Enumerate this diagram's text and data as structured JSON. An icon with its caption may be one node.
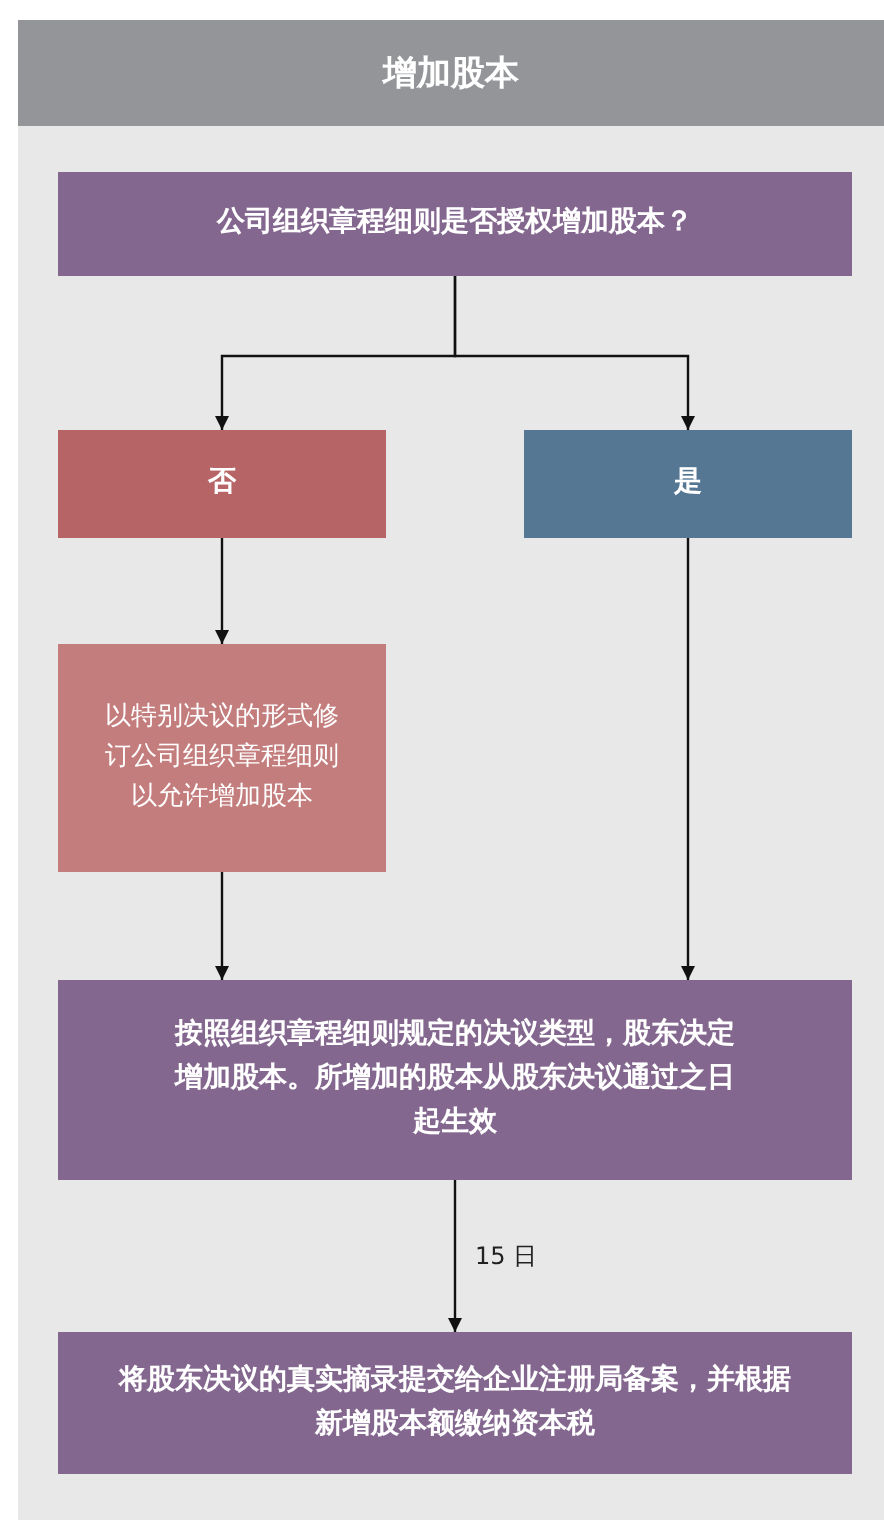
{
  "diagram": {
    "title": "增加股本",
    "nodes": [
      {
        "text": [
          "公司组织章程细则是否授权增加股本？"
        ]
      },
      {
        "text": [
          "否"
        ]
      },
      {
        "text": [
          "是"
        ]
      },
      {
        "text": [
          "以特别决议的形式修订公司组织章程细则以允许增加股本"
        ]
      },
      {
        "text": [
          "按照组织章程细则规定的决议类型，股东决定增加股本。所增加的股本从股东决议通过之日起生效"
        ]
      },
      {
        "text": [
          "将股东决议的真实摘录提交给企业注册局备案，并根据新增股本额缴纳资本税"
        ]
      }
    ],
    "edges": [
      {
        "from": 0,
        "to": 1,
        "arrow": "to"
      },
      {
        "from": 0,
        "to": 2,
        "arrow": "to"
      },
      {
        "from": 1,
        "to": 3,
        "arrow": "to"
      },
      {
        "from": 3,
        "to": 4,
        "arrow": "to"
      },
      {
        "from": 2,
        "to": 4,
        "arrow": "to"
      },
      {
        "from": 4,
        "to": 5,
        "label": "15 日",
        "arrow": "to"
      }
    ]
  }
}
